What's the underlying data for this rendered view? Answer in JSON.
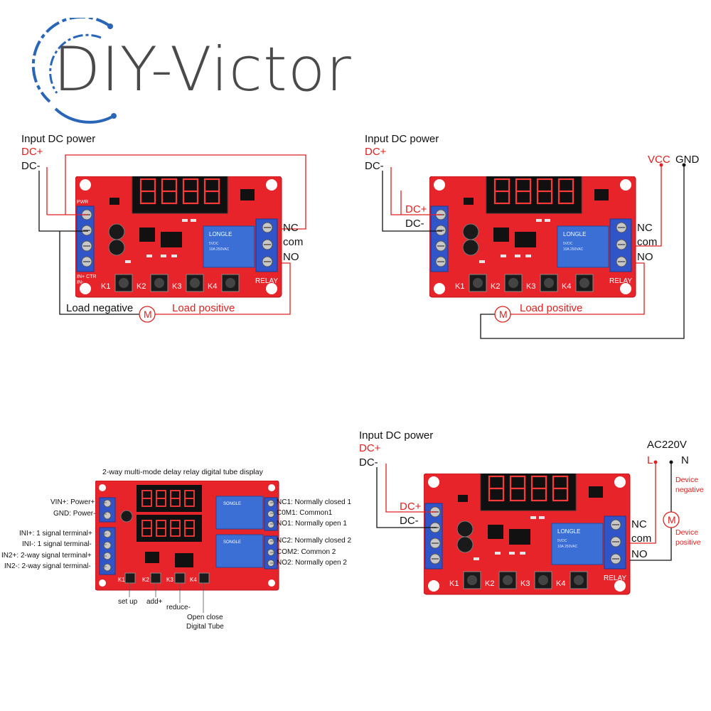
{
  "brand": {
    "name": "DIY-Victor"
  },
  "board": {
    "pwr": "PWR",
    "key_labels": [
      "K1",
      "K2",
      "K3",
      "K4"
    ],
    "relay": "RELAY",
    "in_ctr": "IN+ CTR",
    "in_minus": "IN-",
    "nc": "NC",
    "com": "COM",
    "no": "NO",
    "relay_mark": "LONGLE",
    "colors": {
      "pcb": "#e8242b",
      "terminal": "#2f55c8",
      "display": "#101010"
    }
  },
  "panel_1": {
    "title": "Input DC power",
    "dc_plus": "DC+",
    "dc_minus": "DC-",
    "nc": "NC",
    "com": "com",
    "no": "NO",
    "load_negative": "Load negative",
    "load_positive": "Load positive",
    "motor": "M"
  },
  "panel_2": {
    "title": "Input DC power",
    "dc_plus_outer": "DC+",
    "dc_minus_outer": "DC-",
    "dc_plus_inner": "DC+",
    "dc_minus_inner": "DC-",
    "vcc": "VCC",
    "gnd": "GND",
    "nc": "NC",
    "com": "com",
    "no": "NO",
    "load_positive": "Load positive",
    "motor": "M"
  },
  "panel_3": {
    "title": "2-way multi-mode delay relay digital tube display",
    "left_labels": [
      "VIN+: Power+",
      "GND: Power-",
      "INI+: 1 signal terminal+",
      "INI-: 1 signal terminal-",
      "IN2+: 2-way signal terminal+",
      "IN2-: 2-way signal terminal-"
    ],
    "right_labels": [
      "NC1: Normally closed 1",
      "C0M1: Common1",
      "NO1: Normally open 1",
      "NC2: Normally closed 2",
      "COM2: Common 2",
      "NO2: Normally open 2"
    ],
    "button_labels": [
      "set up",
      "add+",
      "reduce-",
      "Open close",
      "Digital Tube"
    ],
    "relay_mark": "SONGLE"
  },
  "panel_4": {
    "title": "Input DC power",
    "dc_plus_outer": "DC+",
    "dc_minus_outer": "DC-",
    "dc_plus_inner": "DC+",
    "dc_minus_inner": "DC-",
    "ac": "AC220V",
    "l": "L",
    "n": "N",
    "device_negative_1": "Device",
    "device_negative_2": "negative",
    "device_positive_1": "Device",
    "device_positive_2": "positive",
    "nc": "NC",
    "com": "com",
    "no": "NO",
    "motor": "M"
  }
}
